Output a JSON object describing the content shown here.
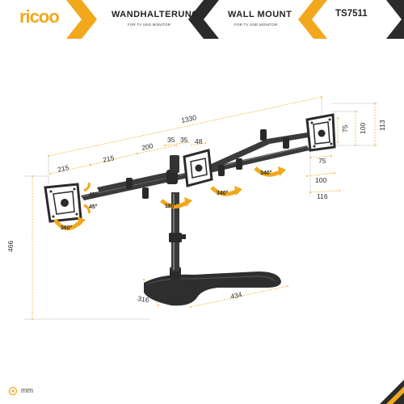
{
  "brand": {
    "logo_text": "ricoo",
    "accent": "#f2a81d",
    "dark": "#2b2b2b"
  },
  "header": {
    "title_de": "WANDHALTERUNG",
    "subtitle_de": "FÜR TV UND MONITOR",
    "title_en": "WALL MOUNT",
    "subtitle_en": "FOR TV UND MONITOR",
    "model": "TS7511"
  },
  "dimensions": {
    "total_width": "1330",
    "left_span_outer": "215",
    "left_span_inner": "215",
    "center_span": "200",
    "center_offset_a": "35",
    "center_offset_b": "35",
    "center_plate": "48",
    "height": "466",
    "base_depth": "316",
    "base_width": "434",
    "vesa_75_v": "75",
    "vesa_100_v": "100",
    "vesa_113_v": "113",
    "vesa_75_h": "75",
    "vesa_100_h": "100",
    "vesa_116_h": "116"
  },
  "angles": {
    "tilt_up": "45°",
    "tilt_down": "45°",
    "rotate_plate": "360°",
    "swivel_center": "180°",
    "swivel_arm_a": "340°",
    "swivel_arm_b": "340°"
  },
  "legend": {
    "unit": "mm",
    "icon": "target-icon"
  }
}
